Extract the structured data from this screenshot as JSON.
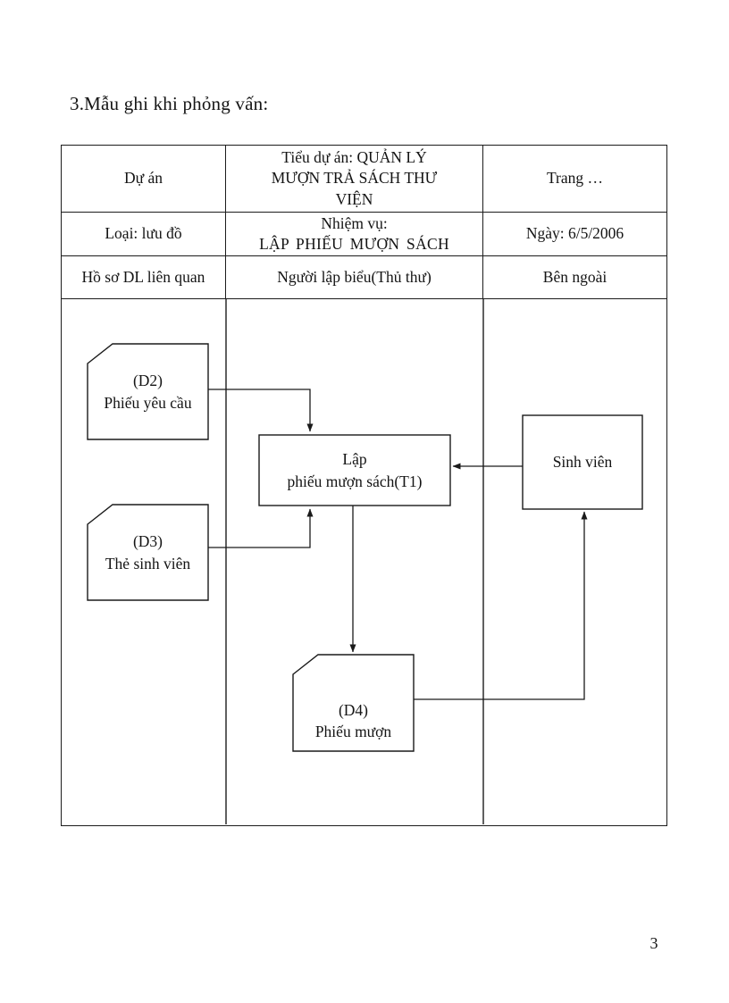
{
  "page": {
    "heading": "3.Mẫu ghi khi phỏng vấn:",
    "page_number": "3"
  },
  "colors": {
    "ink": "#1a1a1a",
    "paper": "#ffffff"
  },
  "table": {
    "row1": {
      "project_label": "Dự án",
      "subproject": "Tiểu dự án: QUẢN LÝ MƯỢN TRẢ SÁCH THƯ VIỆN",
      "page_ref": "Trang …"
    },
    "row2": {
      "type": "Loại: lưu đồ",
      "task_label": "Nhiệm vụ:",
      "task_value": "LẬP PHIẾU MƯỢN SÁCH",
      "date": "Ngày: 6/5/2006"
    },
    "row3": {
      "related_files": "Hồ sơ DL liên quan",
      "author": "Người lập biểu(Thủ thư)",
      "external": "Bên ngoài"
    }
  },
  "diagram": {
    "d2": {
      "id": "(D2)",
      "label": "Phiếu yêu cầu"
    },
    "d3": {
      "id": "(D3)",
      "label": "Thẻ sinh viên"
    },
    "process": {
      "line1": "Lập",
      "line2": "phiếu mượn sách(T1)"
    },
    "external_entity": "Sinh viên",
    "d4": {
      "id": "(D4)",
      "label": "Phiếu mượn"
    }
  }
}
